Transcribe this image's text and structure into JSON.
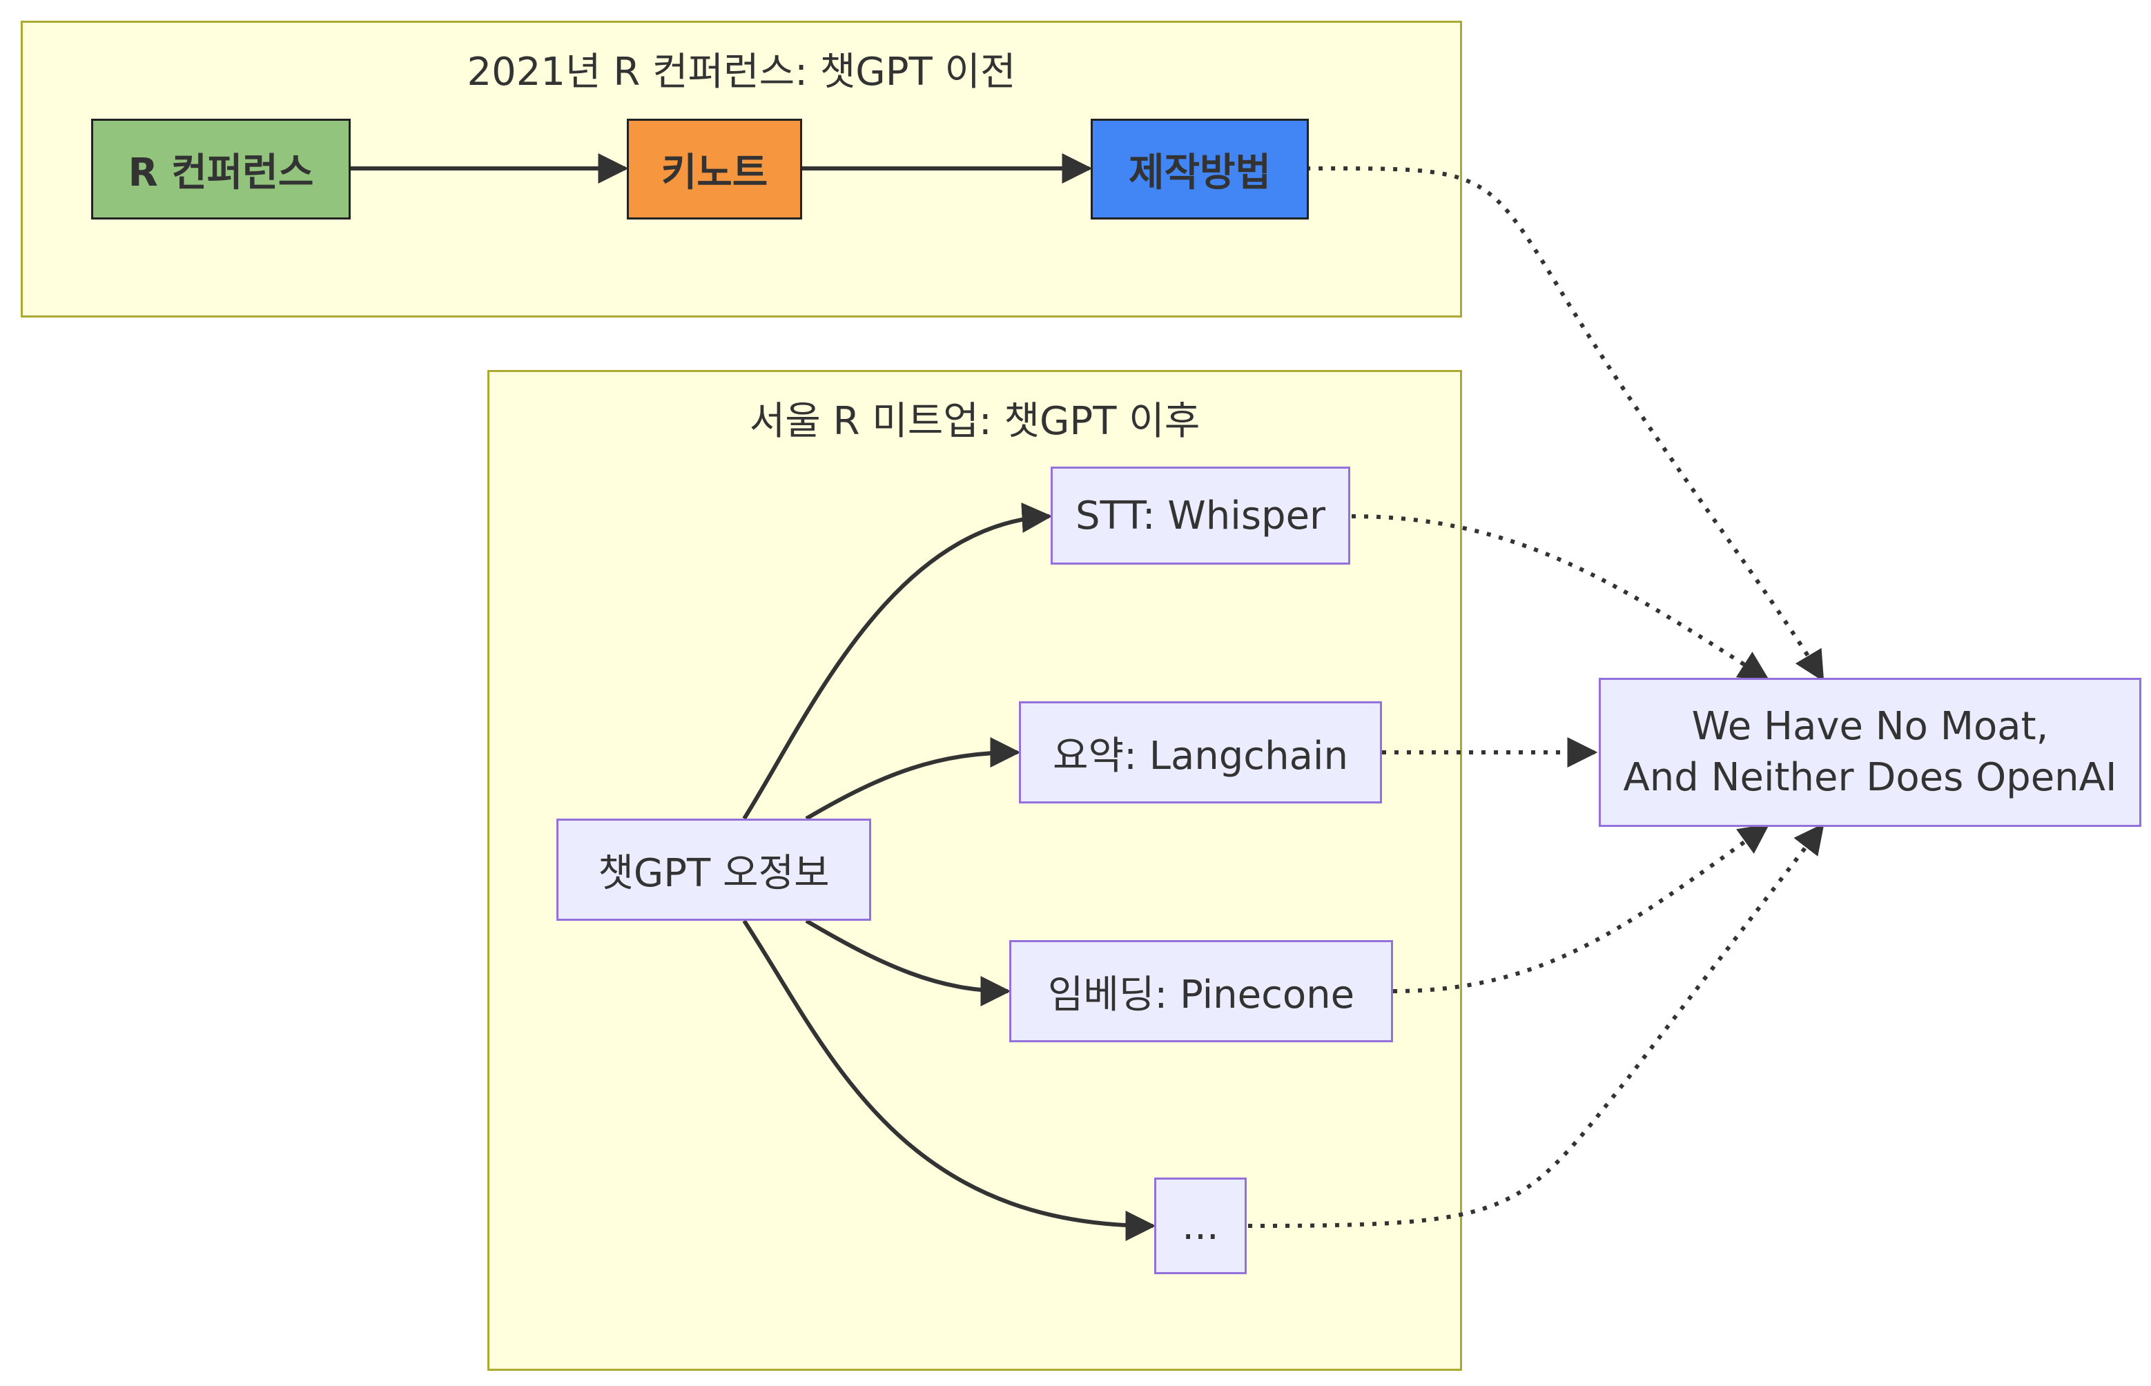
{
  "clusters": {
    "before": {
      "title": "2021년 R 컨퍼런스: 챗GPT 이전"
    },
    "after": {
      "title": "서울 R 미트업: 챗GPT 이후"
    }
  },
  "nodes": {
    "r_conference": {
      "label": "R 컨퍼런스",
      "color": "#93c47d"
    },
    "keynote": {
      "label": "키노트",
      "color": "#f6963e"
    },
    "howto": {
      "label": "제작방법",
      "color": "#4285f4"
    },
    "chatgpt_misinfo": {
      "label": "챗GPT 오정보"
    },
    "stt": {
      "label": "STT: Whisper"
    },
    "summary": {
      "label": "요약: Langchain"
    },
    "embedding": {
      "label": "임베딩: Pinecone"
    },
    "ellipsis": {
      "label": "..."
    },
    "moat": {
      "line1": "We Have No Moat,",
      "line2": "And Neither Does OpenAI"
    }
  }
}
